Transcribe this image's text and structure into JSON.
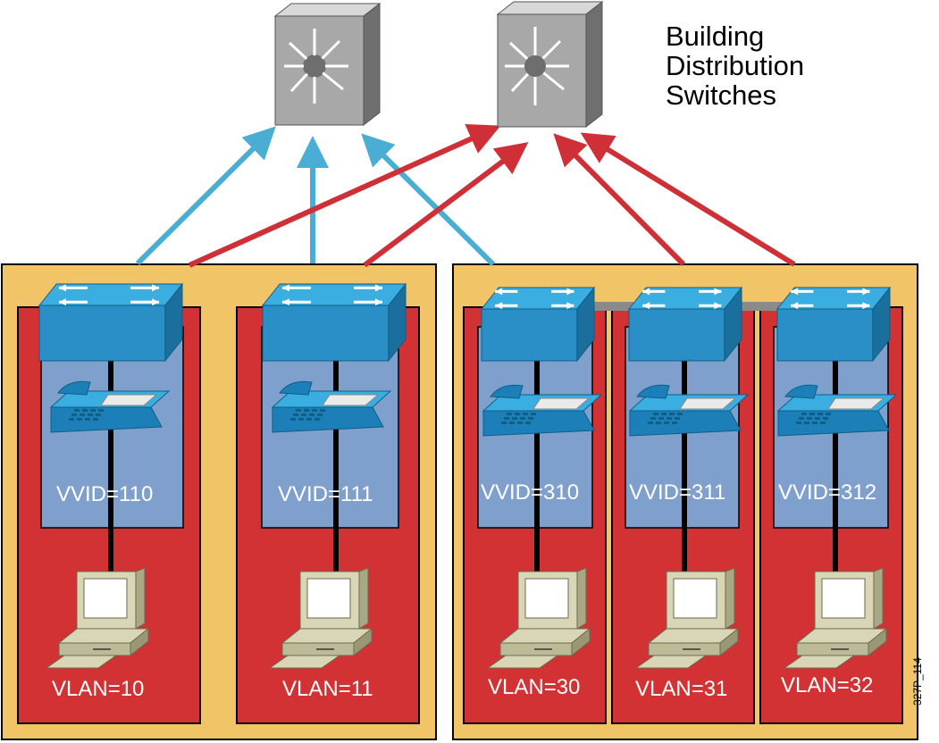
{
  "title": {
    "line1": "Building",
    "line2": "Distribution",
    "line3": "Switches"
  },
  "colors": {
    "outer_panel": "#f0c467",
    "vlan_panel": "#d23234",
    "voice_panel": "#7fa0cc",
    "access_switch": "#2a9fd6",
    "distribution_switch": "#a0a0a0",
    "uplink_blue": "#4aaed4",
    "uplink_red": "#cf3037"
  },
  "closets": [
    {
      "vvid": "VVID=110",
      "vlan": "VLAN=10"
    },
    {
      "vvid": "VVID=111",
      "vlan": "VLAN=11"
    },
    {
      "vvid": "VVID=310",
      "vlan": "VLAN=30"
    },
    {
      "vvid": "VVID=311",
      "vlan": "VLAN=31"
    },
    {
      "vvid": "VVID=312",
      "vlan": "VLAN=32"
    }
  ],
  "icons": {
    "distribution_switch": "layer3-switch-icon",
    "access_switch": "workgroup-switch-icon",
    "phone": "ip-phone-icon",
    "pc": "pc-icon"
  },
  "figure_id": "327P_114"
}
